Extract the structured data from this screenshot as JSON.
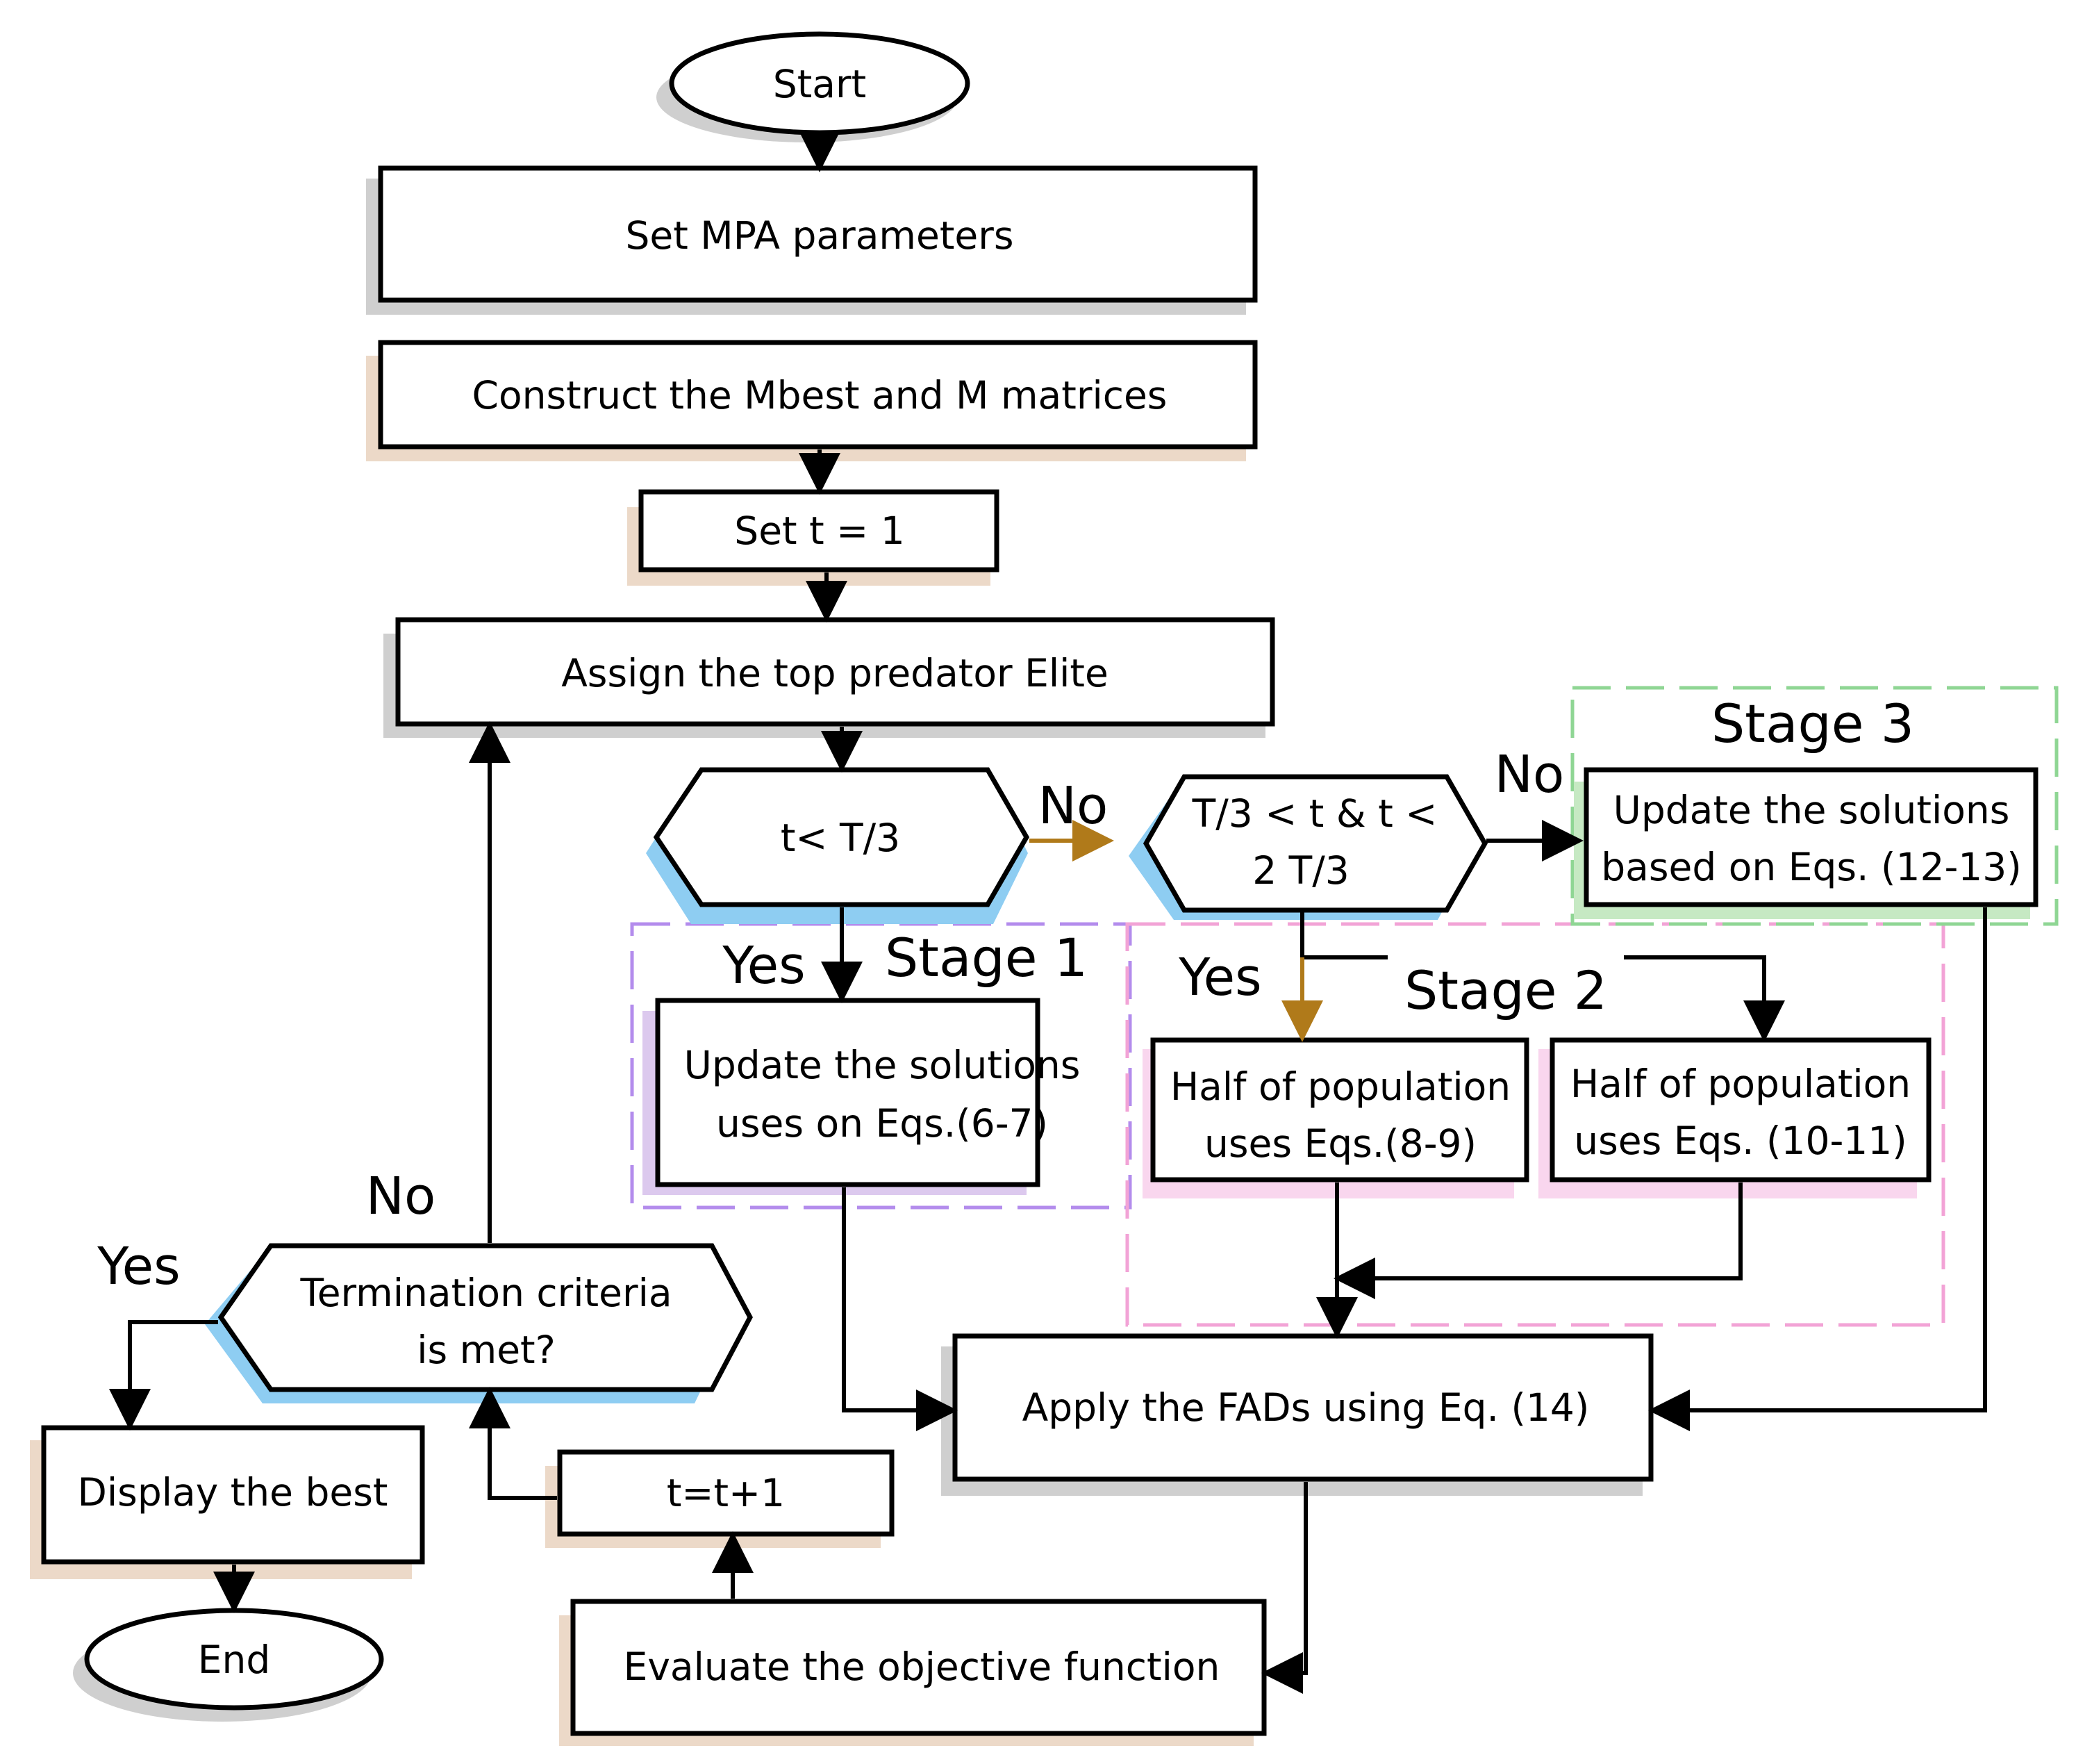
{
  "nodes": {
    "start": "Start",
    "set_params": "Set MPA parameters",
    "construct": "Construct the Mbest and M matrices",
    "set_t": "Set t = 1",
    "assign_elite": "Assign the top predator Elite",
    "cond1": "t< T/3",
    "cond2_line1": "T/3 < t & t <",
    "cond2_line2": "2 T/3",
    "stage1_update_line1": "Update the solutions",
    "stage1_update_line2": "uses on Eqs.(6-7)",
    "stage2_half1_line1": "Half of population",
    "stage2_half1_line2": "uses Eqs.(8-9)",
    "stage2_half2_line1": "Half of population",
    "stage2_half2_line2": "uses Eqs. (10-11)",
    "stage3_update_line1": "Update the solutions",
    "stage3_update_line2": "based on Eqs. (12-13)",
    "apply_fads": "Apply the FADs using Eq. (14)",
    "evaluate": "Evaluate the objective function",
    "increment": "t=t+1",
    "termination_line1": "Termination criteria",
    "termination_line2": "is met?",
    "display_best": "Display the best",
    "end": "End"
  },
  "labels": {
    "no_cond1": "No",
    "no_cond2": "No",
    "yes_cond1": "Yes",
    "yes_cond2": "Yes",
    "no_termination": "No",
    "yes_termination": "Yes"
  },
  "stages": {
    "stage1": "Stage 1",
    "stage2": "Stage 2",
    "stage3": "Stage 3"
  },
  "colors": {
    "box_stroke": "#000000",
    "shadow_grey": "#cfcfcf",
    "shadow_tan": "#ecd9c8",
    "shadow_blue": "#8ecdf2",
    "shadow_purple": "#dcc9ee",
    "shadow_pink": "#f9d6ee",
    "shadow_green": "#c6e9c3",
    "stage1_border": "#b38cec",
    "stage2_border": "#f2a3d6",
    "stage3_border": "#8fd694",
    "highlight_arrow": "#b07a1a"
  }
}
